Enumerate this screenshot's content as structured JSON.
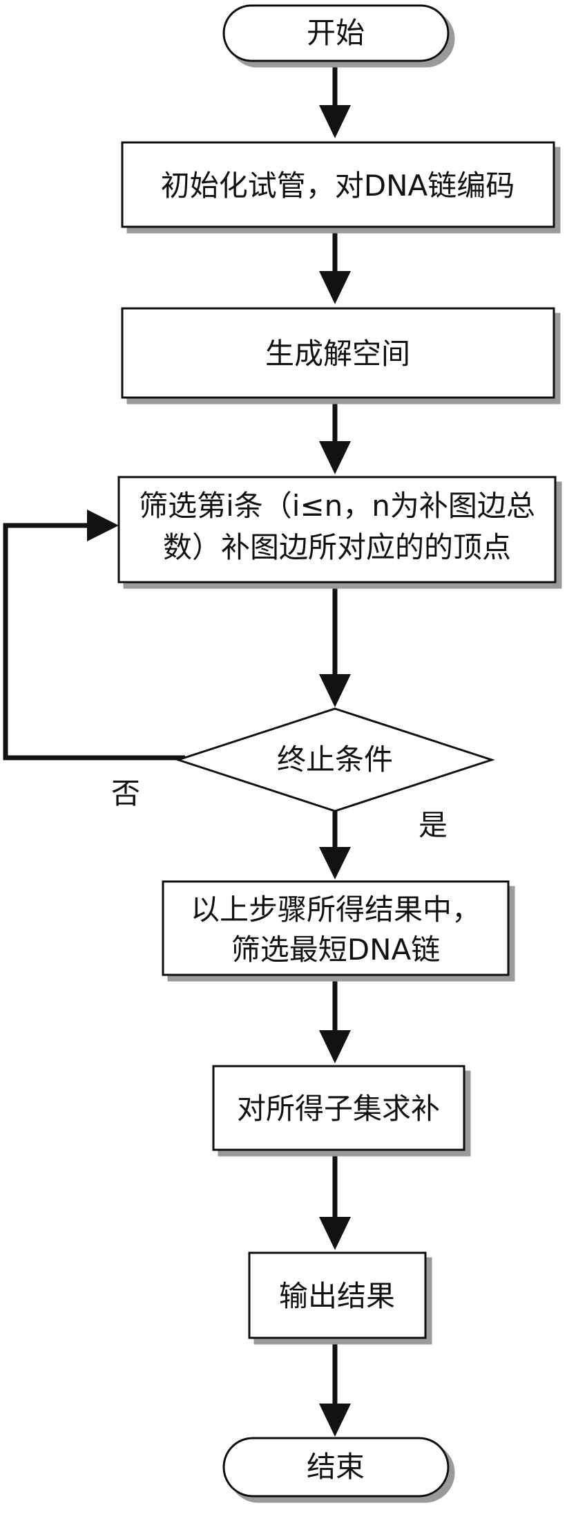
{
  "flowchart": {
    "start": {
      "label": "开始"
    },
    "step_init": {
      "label": "初始化试管，对DNA链编码"
    },
    "step_generate": {
      "label": "生成解空间"
    },
    "step_filter": {
      "line1": "筛选第i条（i≤n，n为补图边总",
      "line2": "数）补图边所对应的的顶点"
    },
    "decision": {
      "label": "终止条件"
    },
    "no_label": "否",
    "yes_label": "是",
    "step_shortest": {
      "line1": "以上步骤所得结果中，",
      "line2": "筛选最短DNA链"
    },
    "step_complement": {
      "label": "对所得子集求补"
    },
    "step_output": {
      "label": "输出结果"
    },
    "end": {
      "label": "结束"
    }
  }
}
